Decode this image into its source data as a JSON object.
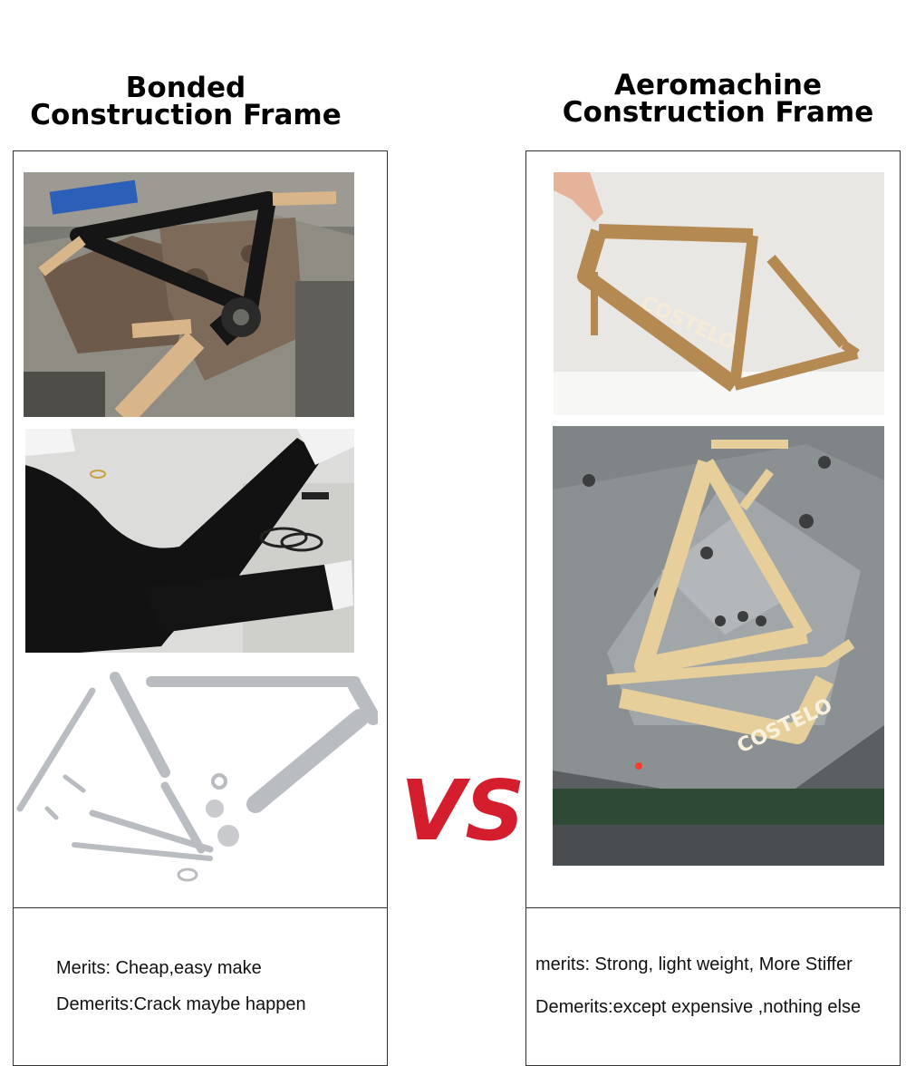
{
  "left": {
    "title_line1": "Bonded",
    "title_line2": "Construction Frame",
    "merits": "Merits: Cheap,easy make",
    "demerits": "Demerits:Crack maybe happen"
  },
  "right": {
    "title_line1": "Aeromachine",
    "title_line2": "Construction Frame",
    "merits": "merits: Strong, light weight, More Stiffer",
    "demerits": "Demerits:except expensive ,nothing else",
    "brand_mark": "COSTELO"
  },
  "center": {
    "vs_label": "VS"
  },
  "colors": {
    "vs": "#d41e2e",
    "frame_raw": "#b8894e",
    "frame_cream": "#e6cf9a",
    "carbon": "#111111",
    "mold_metal": "#8a8f92"
  }
}
